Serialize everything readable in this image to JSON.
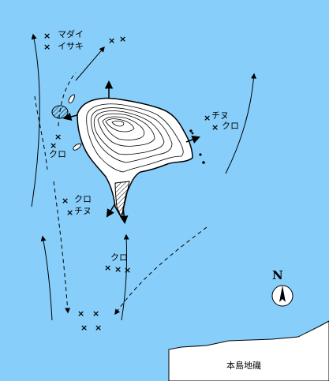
{
  "mainland": {
    "label": "本島地磯"
  },
  "compass": {
    "north_label": "N"
  },
  "spots": [
    {
      "id": "spot-nw-1",
      "label": "マダイ"
    },
    {
      "id": "spot-nw-2",
      "label": "イサキ"
    },
    {
      "id": "spot-west",
      "label": "クロ"
    },
    {
      "id": "spot-east-1",
      "label": "チヌ"
    },
    {
      "id": "spot-east-2",
      "label": "クロ"
    },
    {
      "id": "spot-sw-1",
      "label": "クロ"
    },
    {
      "id": "spot-sw-2",
      "label": "チヌ"
    },
    {
      "id": "spot-south",
      "label": "クロ"
    }
  ],
  "marker_symbol": "×",
  "colors": {
    "sea": "#87cefa",
    "land": "#ffffff",
    "line": "#000000"
  }
}
